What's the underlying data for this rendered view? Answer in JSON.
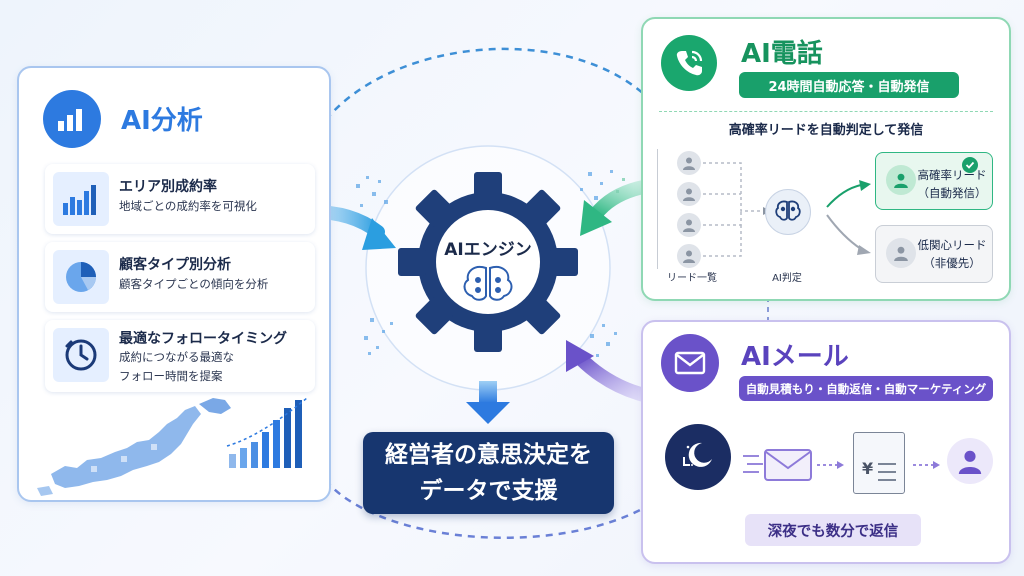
{
  "left_panel": {
    "title": "AI分析",
    "features": [
      {
        "title": "エリア別成約率",
        "desc": [
          "地域ごとの成約率を可視化"
        ],
        "icon": "bar-chart-icon"
      },
      {
        "title": "顧客タイプ別分析",
        "desc": [
          "顧客タイプごとの傾向を分析"
        ],
        "icon": "pie-chart-icon"
      },
      {
        "title": "最適なフォロータイミング",
        "desc": [
          "成約につながる最適な",
          "フォロー時間を提案"
        ],
        "icon": "clock-icon"
      }
    ]
  },
  "center": {
    "engine_label": "AIエンジン",
    "message_lines": [
      "経営者の意思決定を",
      "データで支援"
    ]
  },
  "phone_panel": {
    "title": "AI電話",
    "badge": "24時間自動応答・自動発信",
    "subtitle": "高確率リードを自動判定して発信",
    "lead_list_label": "リード一覧",
    "ai_judge_label": "AI判定",
    "high_result": [
      "高確率リード",
      "（自動発信）"
    ],
    "low_result": [
      "低関心リード",
      "（非優先）"
    ]
  },
  "mail_panel": {
    "title": "AIメール",
    "badge": "自動見積もり・自動返信・自動マーケティング",
    "footer": "深夜でも数分で返信",
    "currency_symbol": "¥"
  },
  "colors": {
    "blue": "#2d7ae0",
    "navy": "#17366f",
    "green": "#19a06b",
    "purple": "#6a52c9"
  }
}
